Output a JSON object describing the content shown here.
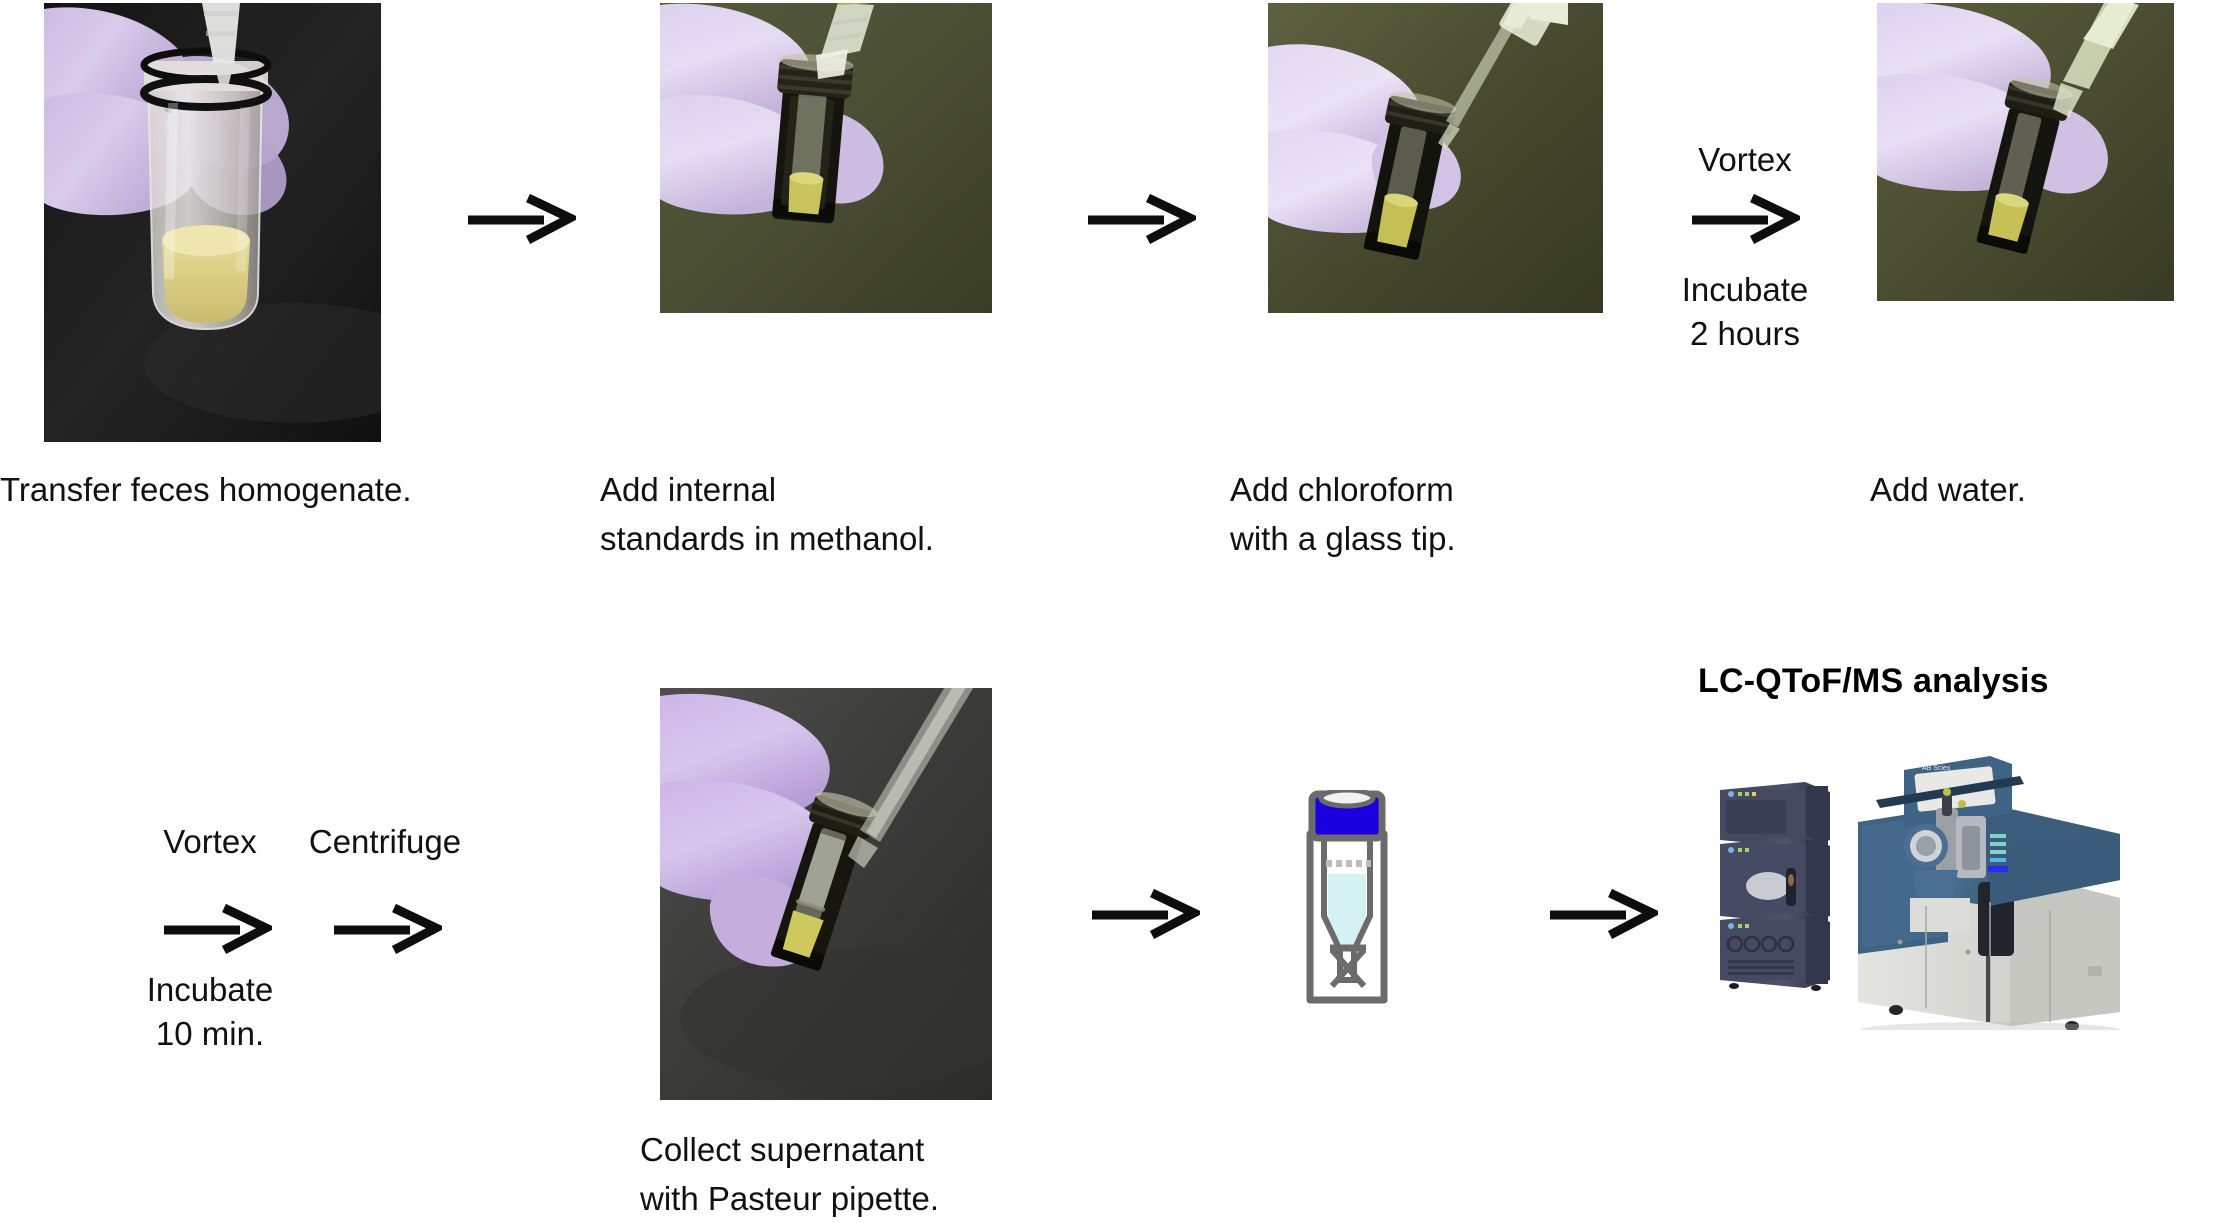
{
  "figure": {
    "type": "laboratory-workflow-diagram",
    "title_visible": false,
    "background_color": "#ffffff"
  },
  "top_row": {
    "steps": [
      {
        "id": "transfer-feces",
        "caption": "Transfer feces homogenate.",
        "photo_alt": "Gloved hand holding a clear vial containing yellow feces homogenate with a pipette tip inserted",
        "photo_background": "#1b1b1b"
      },
      {
        "id": "add-internal-standards",
        "caption": "Add internal\nstandards in methanol.",
        "photo_alt": "Gloved hand holding a black-jacketed tube while a pipette adds methanol internal standards",
        "photo_background": "#4d5236"
      },
      {
        "id": "add-chloroform",
        "caption": "Add chloroform\nwith a glass tip.",
        "photo_alt": "Gloved hand holding tube while chloroform is delivered from a glass Pasteur tip",
        "photo_background": "#464b30"
      },
      {
        "id": "add-water",
        "caption": "Add water.",
        "photo_alt": "Gloved hand holding tube while water is added from a pipette",
        "photo_background": "#4a4f33"
      }
    ],
    "connectors": [
      {
        "id": "arrow-1",
        "above": "",
        "below": ""
      },
      {
        "id": "arrow-2",
        "above": "",
        "below": ""
      },
      {
        "id": "arrow-3",
        "above": "Vortex",
        "below": "Incubate\n2 hours"
      }
    ]
  },
  "bottom_row": {
    "connectors": [
      {
        "id": "arrow-vortex-incubate",
        "above": "Vortex",
        "below": "Incubate\n10 min."
      },
      {
        "id": "arrow-centrifuge",
        "above": "Centrifuge",
        "below": ""
      },
      {
        "id": "arrow-4",
        "above": "",
        "below": ""
      },
      {
        "id": "arrow-5",
        "above": "",
        "below": ""
      }
    ],
    "steps": [
      {
        "id": "collect-supernatant",
        "caption": "Collect supernatant\nwith Pasteur pipette.",
        "photo_alt": "Gloved hand holding centrifuged tube while a glass Pasteur pipette withdraws the supernatant",
        "photo_background": "#3c3c3c"
      },
      {
        "id": "vial",
        "caption": "",
        "illustration": "autosampler-vial",
        "vial_colors": {
          "cap": "#1a00e0",
          "outline": "#6b6b6b",
          "liquid": "#d4f2f4",
          "glass": "#ffffff"
        }
      },
      {
        "id": "lc-qtof-ms",
        "title": "LC-QToF/MS analysis",
        "illustration": "lc-qtof-ms-instrument",
        "instrument_colors": {
          "lc_stack": "#4a4f67",
          "ms_blue": "#3f5f7f",
          "ms_body": "#d8d8d4"
        }
      }
    ]
  },
  "icons": {
    "arrow": "right-arrow-icon",
    "vial": "sample-vial-icon",
    "instrument": "mass-spectrometer-icon"
  }
}
